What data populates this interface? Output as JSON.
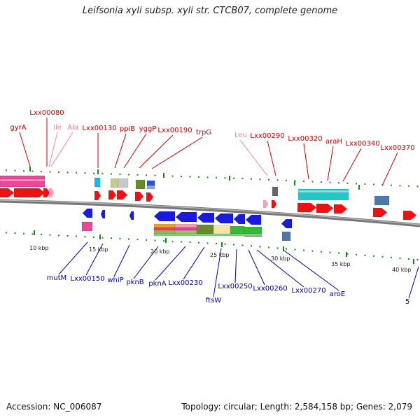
{
  "title": "Leifsonia xyli subsp. xyli str. CTCB07, complete genome",
  "footer": {
    "accession": "Accession: NC_006087",
    "summary": "Topology: circular; Length: 2,584,158 bp; Genes: 2,079"
  },
  "colors": {
    "forward_label": "#cc0000",
    "reverse_label": "#0000aa",
    "rna_label": "#f080b0",
    "backbone": "#777777",
    "tick": "#1a8a1a"
  },
  "scale": {
    "unit": "kbp"
  },
  "ticks": [
    "10 kbp",
    "15 kbp",
    "20 kbp",
    "25 kbp",
    "30 kbp",
    "35 kbp",
    "40 kbp"
  ],
  "forward_labels": [
    "gyrA",
    "Lxx00080",
    "Ile",
    "Ala",
    "Lxx00130",
    "ppiB",
    "yggP",
    "Lxx00190",
    "trpG",
    "Leu",
    "Lxx00290",
    "Lxx00320",
    "araH",
    "Lxx00340",
    "Lxx00370"
  ],
  "reverse_labels": [
    "mutM",
    "Lxx00150",
    "whiP",
    "pknB",
    "pknA",
    "Lxx00230",
    "ftsW",
    "Lxx00250",
    "Lxx00260",
    "Lxx00270",
    "aroE",
    "5"
  ]
}
